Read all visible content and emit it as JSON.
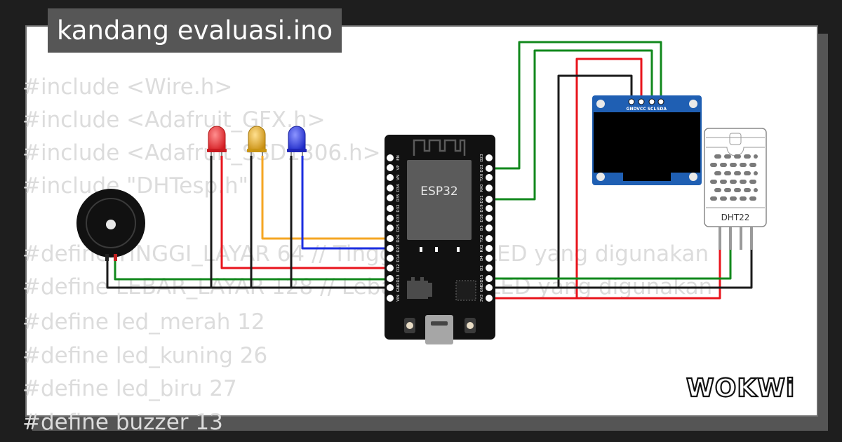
{
  "project": {
    "title": "kandang evaluasi.ino"
  },
  "code_lines": [
    "#include <Wire.h>",
    "#include <Adafruit_GFX.h>",
    "#include <Adafruit_SSD1306.h>",
    "#include \"DHTesp.h\"",
    "",
    "#define TINGGI_LAYAR 64 // Tinggi layar OLED yang digunakan",
    "#define LEBAR_LAYAR 128 // Lebar layar OLED yang digunakan",
    "#define led_merah 12",
    "#define led_kuning 26",
    "#define led_biru 27",
    "#define buzzer 13"
  ],
  "esp32": {
    "label": "ESP32",
    "left_pins": [
      "EN",
      "VP",
      "VN",
      "D34",
      "D35",
      "D32",
      "D33",
      "D25",
      "D26",
      "D27",
      "D14",
      "D12",
      "D13",
      "GND",
      "VIN"
    ],
    "right_pins": [
      "D23",
      "D22",
      "TX0",
      "RX0",
      "D21",
      "D19",
      "D18",
      "D5",
      "TX2",
      "RX2",
      "D4",
      "D2",
      "D15",
      "GND",
      "3V3"
    ]
  },
  "oled": {
    "pins": [
      "GND",
      "VCC",
      "SCL",
      "SDA"
    ]
  },
  "dht": {
    "label": "DHT22"
  },
  "brand": {
    "name": "WOKWi"
  },
  "colors": {
    "wire_red": "#e8141c",
    "wire_green": "#11881c",
    "wire_black": "#1a1a1a",
    "wire_orange": "#f5a623",
    "wire_blue": "#1b2ee0",
    "led_red": "#e3242b",
    "led_yellow": "#d9a320",
    "led_blue": "#2630d8",
    "oled_board": "#1f5fb3",
    "esp_board": "#111111"
  }
}
